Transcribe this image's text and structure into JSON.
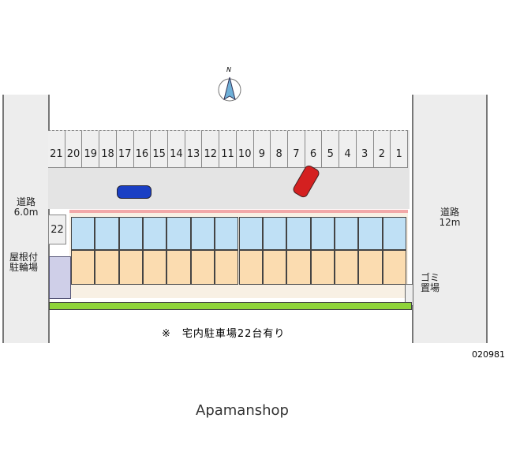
{
  "compass": {
    "label": "N"
  },
  "parking": {
    "slots": [
      "21",
      "20",
      "19",
      "18",
      "17",
      "16",
      "15",
      "14",
      "13",
      "12",
      "11",
      "10",
      "9",
      "8",
      "7",
      "6",
      "5",
      "4",
      "3",
      "2",
      "1"
    ],
    "extra_slot": "22"
  },
  "roads": {
    "left": {
      "name": "道路",
      "width": "6.0m"
    },
    "right": {
      "name": "道路",
      "width": "12m"
    }
  },
  "labels": {
    "bicycle_line1": "屋根付",
    "bicycle_line2": "駐輪場",
    "garbage_line1": "ゴミ",
    "garbage_line2": "置場"
  },
  "note": "※　宅内駐車場22台有り",
  "code": "020981",
  "brand": "Apamanshop",
  "colors": {
    "upper_units": "#bfe0f5",
    "lower_units": "#fbdcb0",
    "cars": [
      "#1a3fc4",
      "#d42020"
    ]
  }
}
